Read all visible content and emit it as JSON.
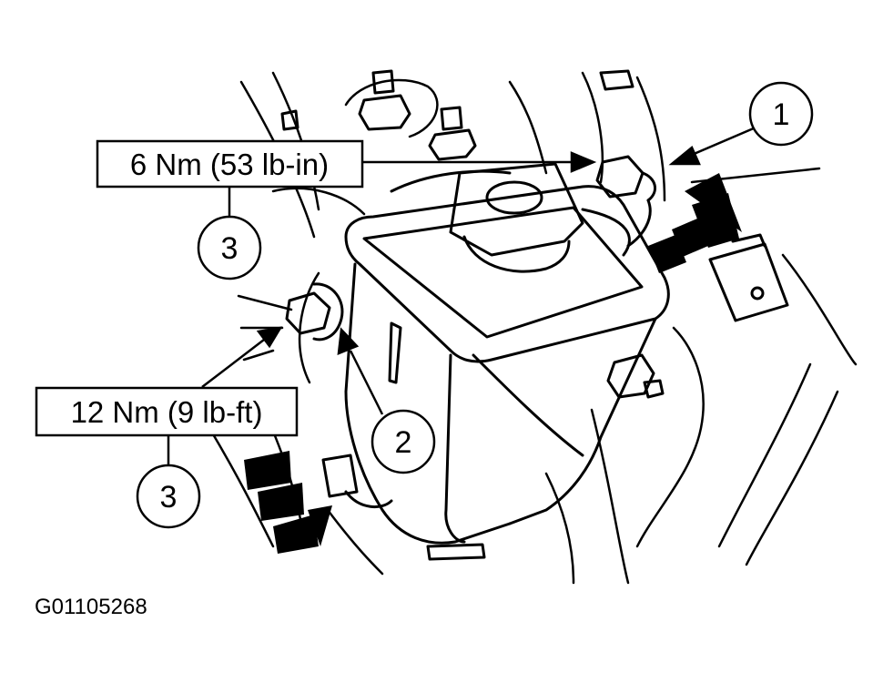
{
  "torque_labels": {
    "upper": "6 Nm (53 lb-in)",
    "lower": "12 Nm (9 lb-ft)"
  },
  "callouts": {
    "c1": "1",
    "c2": "2",
    "c3_upper": "3",
    "c3_lower": "3"
  },
  "figure_code": "G01105268",
  "colors": {
    "ink": "#000000",
    "paper": "#ffffff"
  }
}
